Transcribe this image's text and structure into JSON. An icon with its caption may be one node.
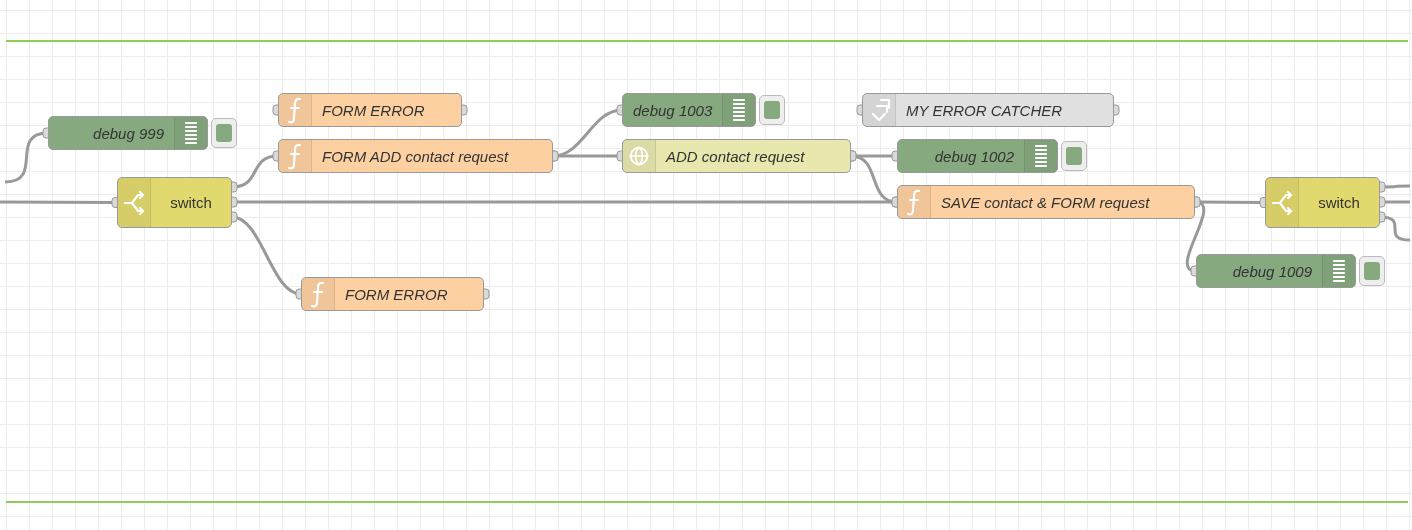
{
  "diagram": {
    "nodes": [
      {
        "text": [
          "FORM ERROR"
        ]
      },
      {
        "text": [
          "debug 1003"
        ]
      },
      {
        "text": [
          "MY ERROR CATCHER"
        ]
      },
      {
        "text": [
          "debug 999"
        ]
      },
      {
        "text": [
          "FORM ADD contact request"
        ]
      },
      {
        "text": [
          "ADD contact request"
        ]
      },
      {
        "text": [
          "debug 1002"
        ]
      },
      {
        "text": [
          "switch"
        ]
      },
      {
        "text": [
          "SAVE contact & FORM request"
        ]
      },
      {
        "text": [
          "switch"
        ]
      },
      {
        "text": [
          "debug 1009"
        ]
      },
      {
        "text": [
          "FORM ERROR"
        ]
      }
    ],
    "edges": [
      {
        "from": null,
        "to": 3,
        "arrow": "other"
      },
      {
        "from": null,
        "to": 7,
        "arrow": "other"
      },
      {
        "from": 7,
        "to": 4,
        "arrow": "other"
      },
      {
        "from": 7,
        "to": 8,
        "arrow": "other"
      },
      {
        "from": 7,
        "to": 11,
        "arrow": "other"
      },
      {
        "from": 4,
        "to": 1,
        "arrow": "other"
      },
      {
        "from": 4,
        "to": 5,
        "arrow": "other"
      },
      {
        "from": 5,
        "to": 6,
        "arrow": "other"
      },
      {
        "from": 5,
        "to": 8,
        "arrow": "other"
      },
      {
        "from": 8,
        "to": 9,
        "arrow": "other"
      },
      {
        "from": 8,
        "to": 10,
        "arrow": "other"
      },
      {
        "from": 9,
        "to": null,
        "arrow": "other"
      },
      {
        "from": 9,
        "to": null,
        "arrow": "other"
      },
      {
        "from": 9,
        "to": null,
        "arrow": "other"
      }
    ]
  }
}
